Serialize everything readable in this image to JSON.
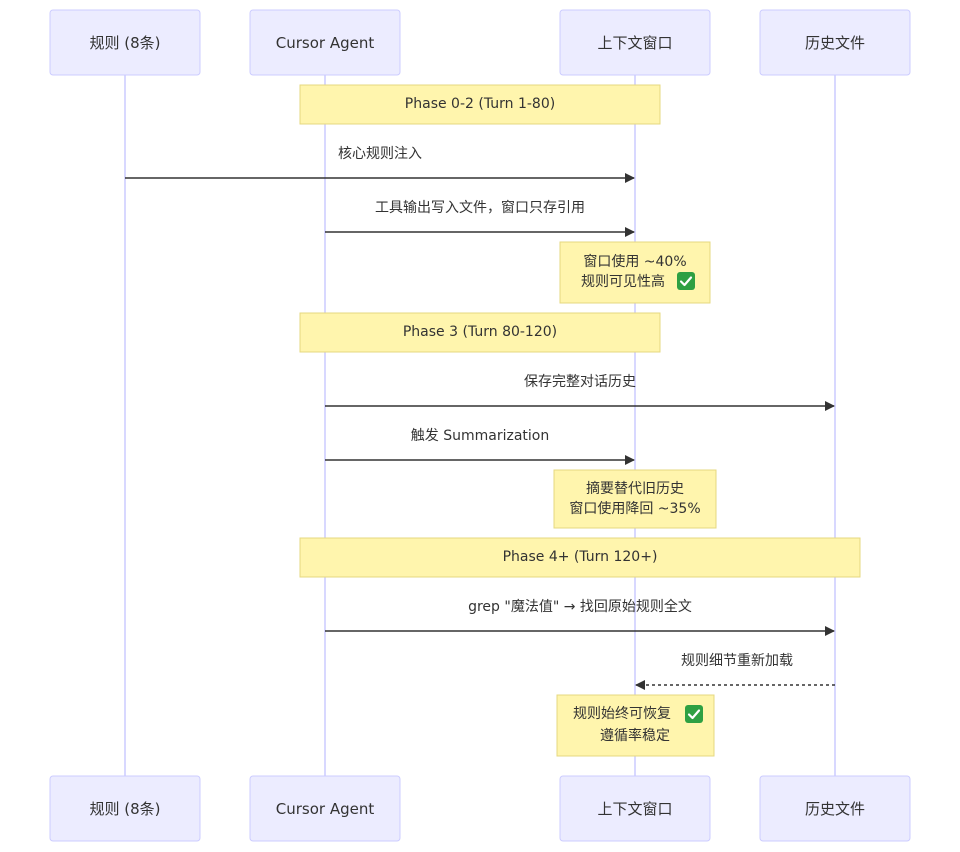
{
  "actors": [
    {
      "id": "rules",
      "label": "规则 (8条)"
    },
    {
      "id": "agent",
      "label": "Cursor Agent"
    },
    {
      "id": "window",
      "label": "上下文窗口"
    },
    {
      "id": "history",
      "label": "历史文件"
    }
  ],
  "phases": [
    {
      "label": "Phase 0-2 (Turn 1-80)"
    },
    {
      "label": "Phase 3 (Turn 80-120)"
    },
    {
      "label": "Phase 4+ (Turn 120+)"
    }
  ],
  "messages": [
    {
      "from": "rules",
      "to": "window",
      "label": "核心规则注入",
      "style": "solid"
    },
    {
      "from": "agent",
      "to": "window",
      "label": "工具输出写入文件，窗口只存引用",
      "style": "solid"
    },
    {
      "from": "agent",
      "to": "history",
      "label": "保存完整对话历史",
      "style": "solid"
    },
    {
      "from": "agent",
      "to": "window",
      "label": "触发 Summarization",
      "style": "solid"
    },
    {
      "from": "agent",
      "to": "history",
      "label": "grep \"魔法值\" → 找回原始规则全文",
      "style": "solid"
    },
    {
      "from": "history",
      "to": "window",
      "label": "规则细节重新加载",
      "style": "dashed"
    }
  ],
  "notes": [
    {
      "line1": "窗口使用 ~40%",
      "line2": "规则可见性高",
      "check": true
    },
    {
      "line1": "摘要替代旧历史",
      "line2": "窗口使用降回 ~35%",
      "check": false
    },
    {
      "line1": "规则始终可恢复",
      "line2": "遵循率稳定",
      "check": true
    }
  ],
  "icons": {
    "check": "check-mark-icon"
  },
  "colors": {
    "actor_fill": "#ECECFF",
    "actor_stroke": "#CCCCFF",
    "note_fill": "#FFF5AD",
    "note_stroke": "#E6D880",
    "line": "#333333",
    "check": "#2EA043"
  }
}
